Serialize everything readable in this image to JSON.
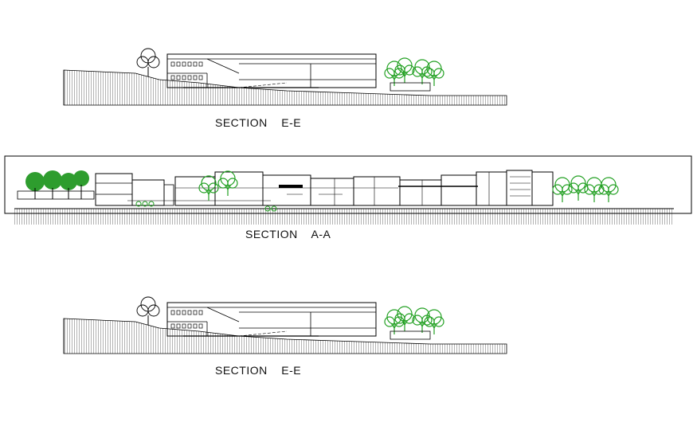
{
  "sections": [
    {
      "label": "SECTION    E-E"
    },
    {
      "label": "SECTION    A-A"
    },
    {
      "label": "SECTION    E-E"
    }
  ],
  "colors": {
    "line": "#000000",
    "tree_fill": "#2e9d2e",
    "tree_outline": "#22a022",
    "background": "#ffffff"
  }
}
